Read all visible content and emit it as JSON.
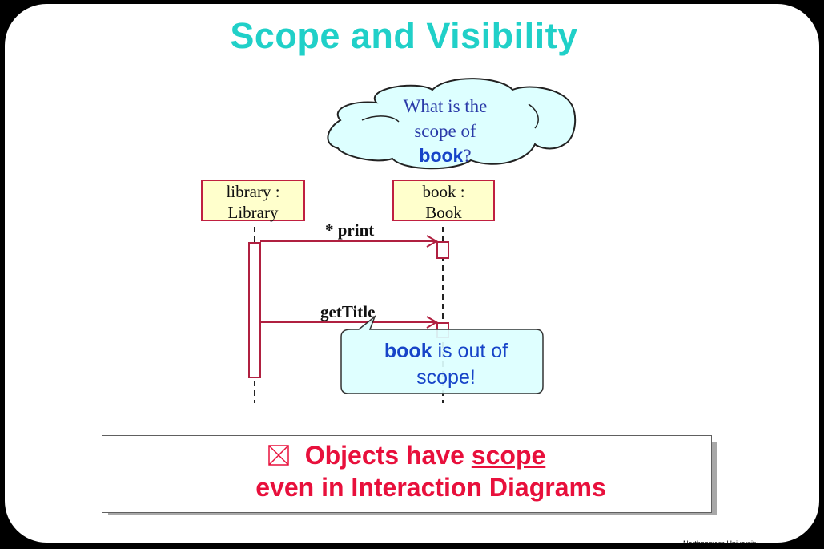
{
  "slide": {
    "title": "Scope and Visibility",
    "cloud": {
      "line1": "What is the",
      "line2": "scope of",
      "emph": "book",
      "tail": "?"
    },
    "objects": [
      {
        "line1": "library :",
        "line2": "Library"
      },
      {
        "line1": "book :",
        "line2": "Book"
      }
    ],
    "messages": [
      "* print",
      "getTitle"
    ],
    "callout": {
      "emph": "book",
      "rest": " is out of",
      "line2": "scope!"
    },
    "box": {
      "prefix": "Objects have ",
      "underlined": "scope",
      "line2": "even in Interaction Diagrams"
    },
    "footer": "Northeastern University"
  },
  "colors": {
    "title": "#20d0c8",
    "emphasis_red": "#e8103c",
    "cloud_fill": "#ddffff",
    "lifeline_red": "#c02040"
  }
}
